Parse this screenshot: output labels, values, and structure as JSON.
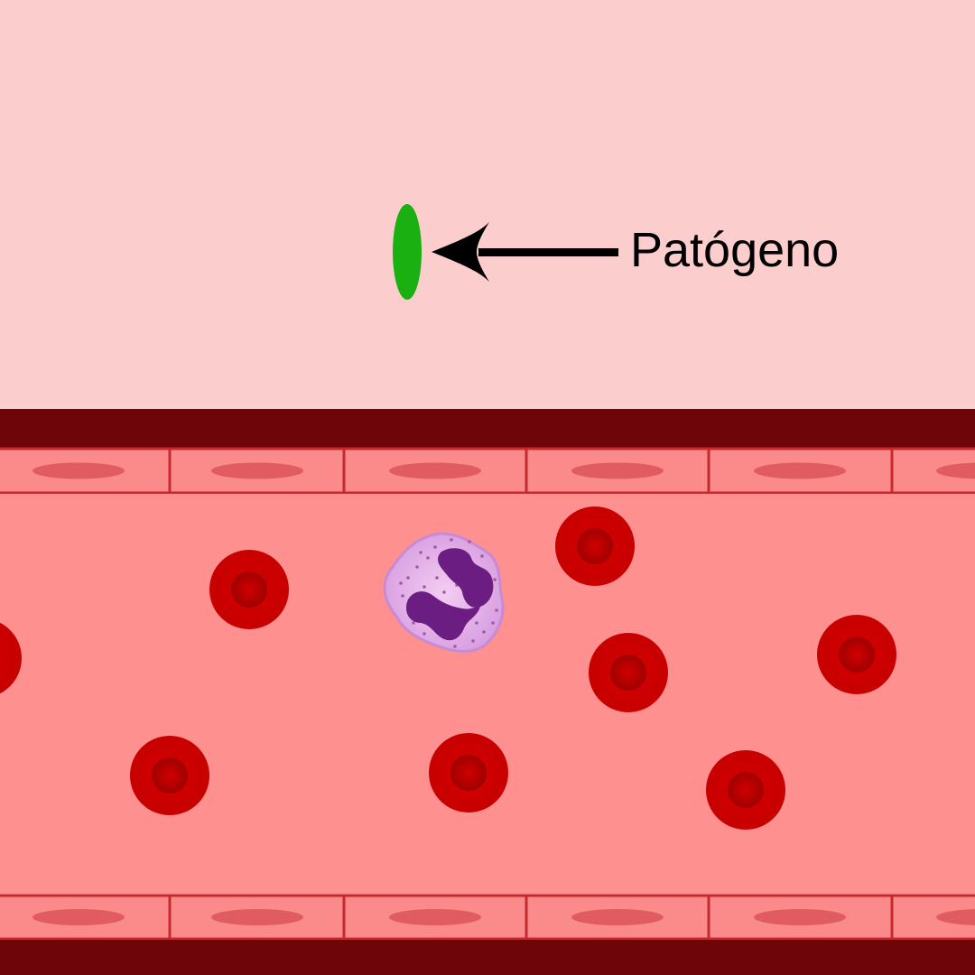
{
  "labels": {
    "pathogen": "Patógeno"
  },
  "colors": {
    "tissue": "#fccdcd",
    "vessel_wall": "#6e0508",
    "endothelium": "#fb8b8b",
    "endothelium_border": "#c52a2f",
    "endothelial_nucleus": "#e05c60",
    "lumen": "#ff9090",
    "red_blood_cell": "#cc0000",
    "red_blood_cell_center": "#a80000",
    "pathogen": "#1bb012",
    "neutrophil_cytoplasm": "#e8b4ea",
    "neutrophil_nucleus": "#6b1d82",
    "arrow": "#000000"
  },
  "icons": {
    "pathogen": "green-ellipse",
    "neutrophil": "lobed-nucleus-cell",
    "red_blood_cell": "red-disc"
  }
}
